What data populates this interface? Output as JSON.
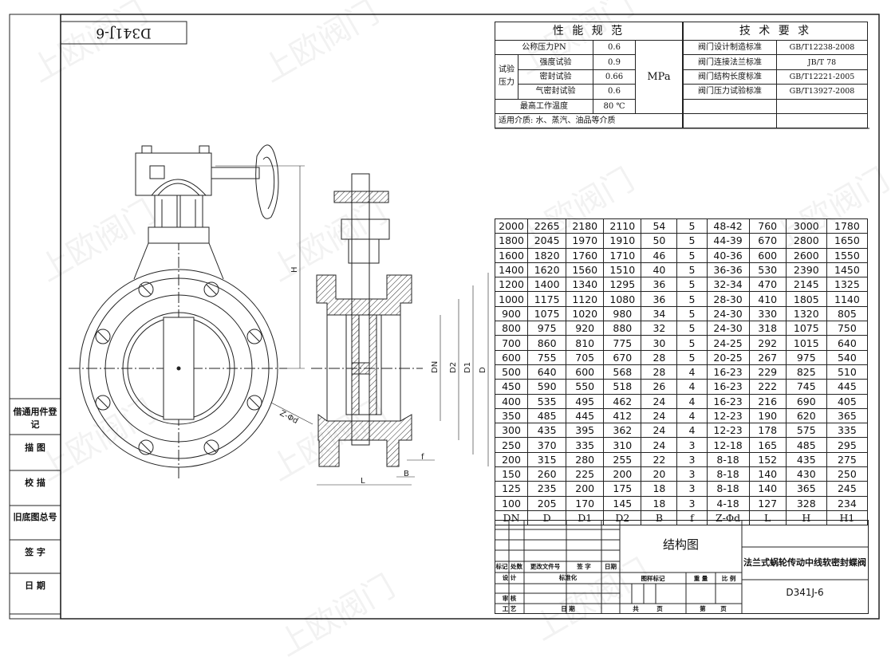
{
  "drawing_code_mirrored": "D341J-6",
  "drawing_code": "D341J-6",
  "perf_spec": {
    "title": "性 能 规 范",
    "nominal_label": "公称压力PN",
    "nominal_value": "0.6",
    "test_label": "试验压力",
    "strength_label": "强度试验",
    "strength_value": "0.9",
    "seal_label": "密封试验",
    "seal_value": "0.66",
    "air_label": "气密封试验",
    "air_value": "0.6",
    "unit": "MPa",
    "max_temp_label": "最高工作温度",
    "max_temp_value": "80 ℃",
    "medium": "适用介质: 水、蒸汽、油品等介质"
  },
  "tech_req": {
    "title": "技 术 要 求",
    "rows": [
      [
        "阀门设计制造标准",
        "GB/T12238-2008"
      ],
      [
        "阀门连接法兰标准",
        "JB/T 78"
      ],
      [
        "阀门结构长度标准",
        "GB/T12221-2005"
      ],
      [
        "阀门压力试验标准",
        "GB/T13927-2008"
      ]
    ]
  },
  "dimension_table": {
    "headers": [
      "DN",
      "D",
      "D1",
      "D2",
      "B",
      "f",
      "Z-Φd",
      "L",
      "H",
      "H1"
    ],
    "rows": [
      [
        "2000",
        "2265",
        "2180",
        "2110",
        "54",
        "5",
        "48-42",
        "760",
        "3000",
        "1780"
      ],
      [
        "1800",
        "2045",
        "1970",
        "1910",
        "50",
        "5",
        "44-39",
        "670",
        "2800",
        "1650"
      ],
      [
        "1600",
        "1820",
        "1760",
        "1710",
        "46",
        "5",
        "40-36",
        "600",
        "2600",
        "1550"
      ],
      [
        "1400",
        "1620",
        "1560",
        "1510",
        "40",
        "5",
        "36-36",
        "530",
        "2390",
        "1450"
      ],
      [
        "1200",
        "1400",
        "1340",
        "1295",
        "36",
        "5",
        "32-34",
        "470",
        "2145",
        "1325"
      ],
      [
        "1000",
        "1175",
        "1120",
        "1080",
        "36",
        "5",
        "28-30",
        "410",
        "1805",
        "1140"
      ],
      [
        "900",
        "1075",
        "1020",
        "980",
        "34",
        "5",
        "24-30",
        "330",
        "1320",
        "805"
      ],
      [
        "800",
        "975",
        "920",
        "880",
        "32",
        "5",
        "24-30",
        "318",
        "1075",
        "750"
      ],
      [
        "700",
        "860",
        "810",
        "775",
        "30",
        "5",
        "24-25",
        "292",
        "1015",
        "640"
      ],
      [
        "600",
        "755",
        "705",
        "670",
        "28",
        "5",
        "20-25",
        "267",
        "975",
        "540"
      ],
      [
        "500",
        "640",
        "600",
        "568",
        "28",
        "4",
        "16-23",
        "229",
        "825",
        "510"
      ],
      [
        "450",
        "590",
        "550",
        "518",
        "26",
        "4",
        "16-23",
        "222",
        "745",
        "445"
      ],
      [
        "400",
        "535",
        "495",
        "462",
        "24",
        "4",
        "16-23",
        "216",
        "690",
        "405"
      ],
      [
        "350",
        "485",
        "445",
        "412",
        "24",
        "4",
        "12-23",
        "190",
        "620",
        "365"
      ],
      [
        "300",
        "435",
        "395",
        "362",
        "24",
        "4",
        "12-23",
        "178",
        "575",
        "335"
      ],
      [
        "250",
        "370",
        "335",
        "310",
        "24",
        "3",
        "12-18",
        "165",
        "485",
        "295"
      ],
      [
        "200",
        "315",
        "280",
        "255",
        "22",
        "3",
        "8-18",
        "152",
        "435",
        "275"
      ],
      [
        "150",
        "260",
        "225",
        "200",
        "20",
        "3",
        "8-18",
        "140",
        "430",
        "250"
      ],
      [
        "125",
        "235",
        "200",
        "175",
        "18",
        "3",
        "8-18",
        "140",
        "365",
        "245"
      ],
      [
        "100",
        "205",
        "170",
        "145",
        "18",
        "3",
        "4-18",
        "127",
        "328",
        "234"
      ]
    ]
  },
  "side_stamps": [
    "借通用件登记",
    "描 图",
    "校 描",
    "旧底图总号",
    "签 字",
    "日 期"
  ],
  "title_block": {
    "drawing_type": "结构图",
    "product_name": "法兰式蜗轮传动中线软密封蝶阀",
    "code": "D341J-6",
    "labels": {
      "mark": "标记",
      "qty": "处数",
      "change_doc": "更改文件号",
      "sign": "签 字",
      "date": "日期",
      "design": "设 计",
      "standardize": "标准化",
      "pattern_mark": "图样标记",
      "weight": "重 量",
      "scale": "比 例",
      "review": "审 核",
      "process": "工 艺",
      "date2": "日 期",
      "total": "共",
      "page_word": "页",
      "sheet": "第",
      "page_word2": "页"
    }
  },
  "dim_labels": {
    "H": "H",
    "DN": "DN",
    "D2": "D2",
    "D1": "D1",
    "D": "D",
    "Zd": "Z-Φd",
    "f": "f",
    "B": "B",
    "L": "L"
  },
  "watermark": "上欧阀门"
}
